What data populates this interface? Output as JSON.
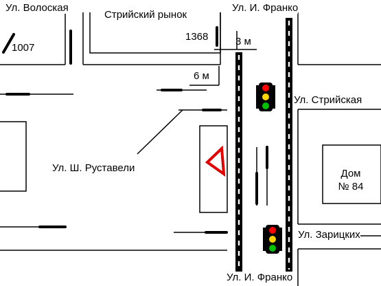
{
  "streets": {
    "voloskaya": "Ул. Волоская",
    "franko_top": "Ул. И. Франко",
    "franko_bottom": "Ул. И. Франко",
    "striyskaya": "Ул. Стрийская",
    "rustaveli": "Ул. Ш. Руставели",
    "zaritskih": "Ул. Зарицких"
  },
  "places": {
    "market": "Стрийский рынок",
    "house_line1": "Дом",
    "house_line2": "№ 84"
  },
  "markers": {
    "marker_1368": "1368",
    "marker_1007": "1007"
  },
  "dimensions": {
    "dist_3m": "3 м",
    "dist_6m": "6 м"
  },
  "colors": {
    "lines": "#000000",
    "yield_sign": "#e00000",
    "light_red": "#ff0000",
    "light_yellow": "#ffd400",
    "light_green": "#00c000",
    "light_housing": "#000000"
  },
  "icons": [
    "traffic-light-icon",
    "yield-sign-icon"
  ]
}
